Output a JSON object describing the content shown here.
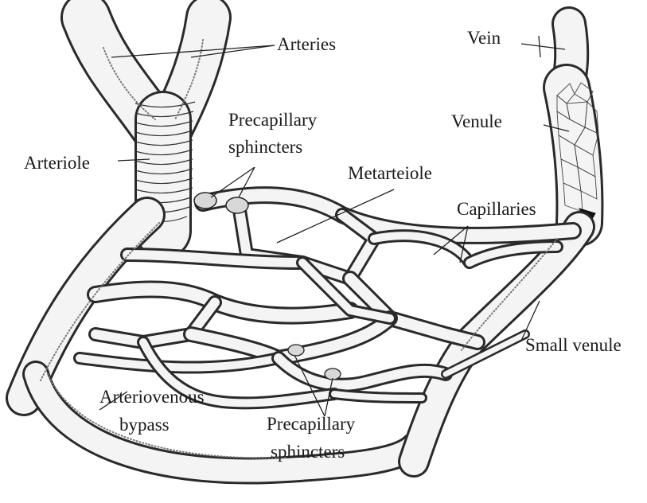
{
  "labels": {
    "arteries": "Arteries",
    "vein": "Vein",
    "precapillary_top_line1": "Precapillary",
    "precapillary_top_line2": "sphincters",
    "venule": "Venule",
    "arteriole": "Arteriole",
    "metarteiole": "Metarteiole",
    "capillaries": "Capillaries",
    "small_venule": "Small venule",
    "av_bypass_line1": "Arteriovenous",
    "av_bypass_line2": "bypass",
    "precapillary_bottom_line1": "Precapillary",
    "precapillary_bottom_line2": "sphincters"
  }
}
